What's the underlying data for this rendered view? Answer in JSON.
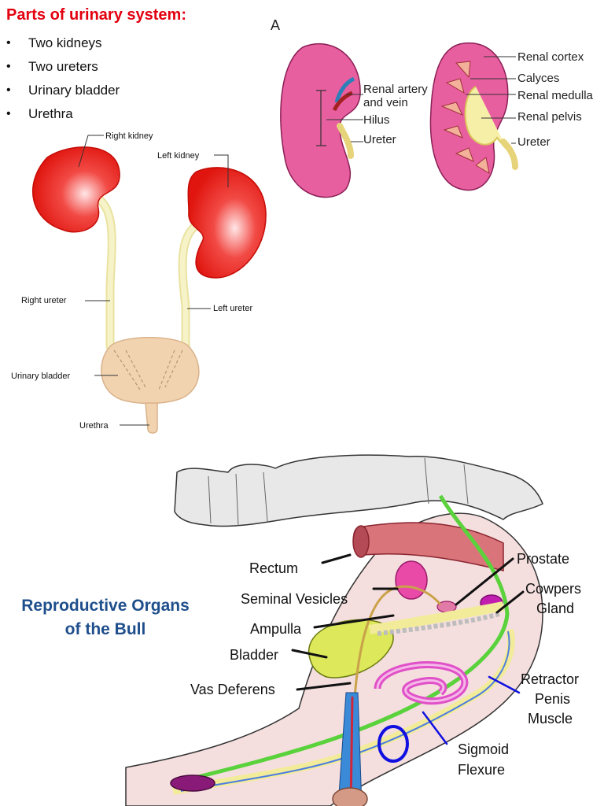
{
  "title": "Parts of urinary system:",
  "bullets": [
    "Two kidneys",
    "Two ureters",
    "Urinary bladder",
    "Urethra"
  ],
  "urinary_labels": {
    "right_kidney": "Right kidney",
    "left_kidney": "Left kidney",
    "right_ureter": "Right ureter",
    "left_ureter": "Left ureter",
    "urinary_bladder": "Urinary bladder",
    "urethra": "Urethra"
  },
  "kidney_panel": {
    "letter": "A",
    "renal_artery_1": "Renal artery",
    "renal_artery_2": "and vein",
    "hilus": "Hilus",
    "ureter_left": "Ureter",
    "renal_cortex": "Renal cortex",
    "calyces": "Calyces",
    "renal_medulla": "Renal medulla",
    "renal_pelvis": "Renal pelvis",
    "ureter_right": "Ureter"
  },
  "bull": {
    "title_line1": "Reproductive Organs",
    "title_line2": "of the Bull",
    "rectum": "Rectum",
    "seminal_vesicles": "Seminal Vesicles",
    "ampulla": "Ampulla",
    "bladder": "Bladder",
    "vas_deferens": "Vas Deferens",
    "prostate": "Prostate",
    "cowpers_1": "Cowpers",
    "cowpers_2": "Gland",
    "retractor_1": "Retractor",
    "retractor_2": "Penis",
    "retractor_3": "Muscle",
    "sigmoid_1": "Sigmoid",
    "sigmoid_2": "Flexure"
  },
  "colors": {
    "title_red": "#e3000f",
    "bull_title_blue": "#1f4e8c",
    "kidney_red": "#e0302a",
    "kidney_pink": "#e85fa0",
    "ureter_yellow": "#f5f0b8",
    "bladder_tan": "#f2d3b0"
  }
}
